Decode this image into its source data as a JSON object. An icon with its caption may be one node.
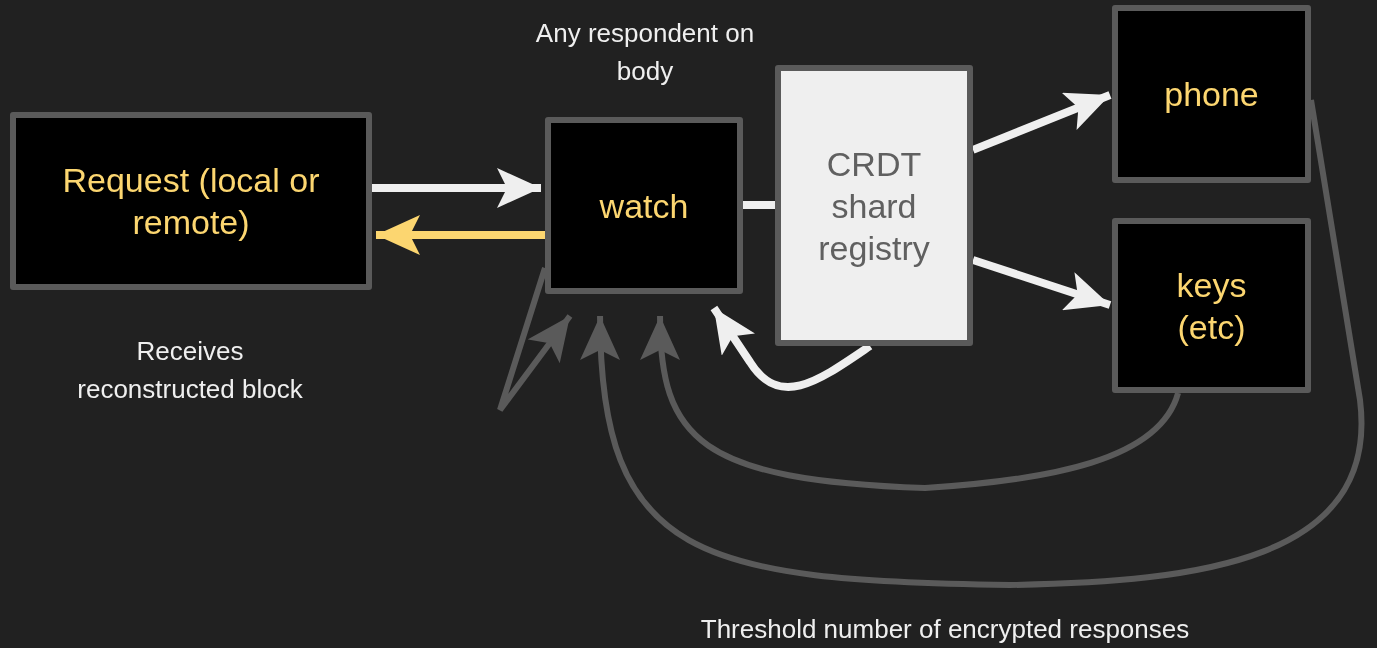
{
  "diagram": {
    "nodes": [
      {
        "text": [
          "Request (local or remote)"
        ],
        "beside": [
          "Receives reconstructed block"
        ]
      },
      {
        "text": [
          "watch"
        ],
        "beside": [
          "Any respondent on body"
        ]
      },
      {
        "text": [
          "CRDT shard registry"
        ]
      },
      {
        "text": [
          "phone"
        ]
      },
      {
        "text": [
          "keys (etc)"
        ]
      }
    ],
    "edges": [
      {
        "from": 0,
        "to": 1,
        "arrow": "to"
      },
      {
        "from": 1,
        "to": 0,
        "arrow": "to",
        "color": "#fcd670"
      },
      {
        "from": 1,
        "to": 2,
        "arrow": "none"
      },
      {
        "from": 2,
        "to": 3,
        "arrow": "to"
      },
      {
        "from": 2,
        "to": 4,
        "arrow": "to"
      },
      {
        "from": 2,
        "to": 1,
        "arrow": "to"
      },
      {
        "from": 1,
        "to": 1,
        "arrow": "to",
        "color": "#5a5a5a"
      },
      {
        "from": 4,
        "to": 1,
        "arrow": "to",
        "color": "#5a5a5a"
      },
      {
        "from": 3,
        "to": 1,
        "arrow": "to",
        "color": "#5a5a5a"
      }
    ],
    "labels": [
      "Threshold number of encrypted responses"
    ]
  }
}
